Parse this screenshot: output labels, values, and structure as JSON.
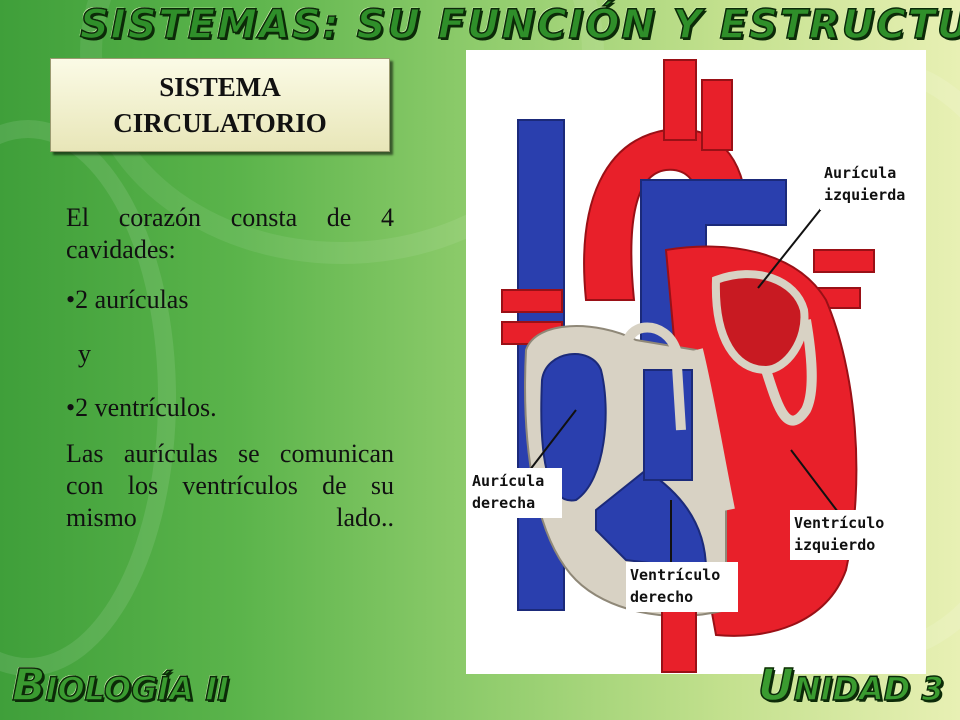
{
  "header": {
    "title": "SISTEMAS: SU FUNCIÓN Y ESTRUCTURA"
  },
  "title_box": {
    "line1": "SISTEMA",
    "line2": "CIRCULATORIO"
  },
  "body": {
    "intro": "El corazón consta de 4 cavidades:",
    "bullet1": "•2 aurículas",
    "conjunction": "y",
    "bullet2": "•2 ventrículos.",
    "closing": "Las aurículas se comunican con los ventrículos de su mismo lado.."
  },
  "diagram": {
    "labels": {
      "auricula_izq_1": "Aurícula",
      "auricula_izq_2": "izquierda",
      "auricula_der_1": "Aurícula",
      "auricula_der_2": "derecha",
      "ventriculo_izq_1": "Ventrículo",
      "ventriculo_izq_2": "izquierdo",
      "ventriculo_der_1": "Ventrículo",
      "ventriculo_der_2": "derecho"
    },
    "colors": {
      "oxygenated": "#e8202a",
      "deoxygenated": "#2a3fae",
      "wall": "#d8d2c4"
    }
  },
  "footer": {
    "left_initial": "B",
    "left_rest": "IOLOGÍA II",
    "right_initial": "U",
    "right_rest": "NIDAD 3"
  }
}
